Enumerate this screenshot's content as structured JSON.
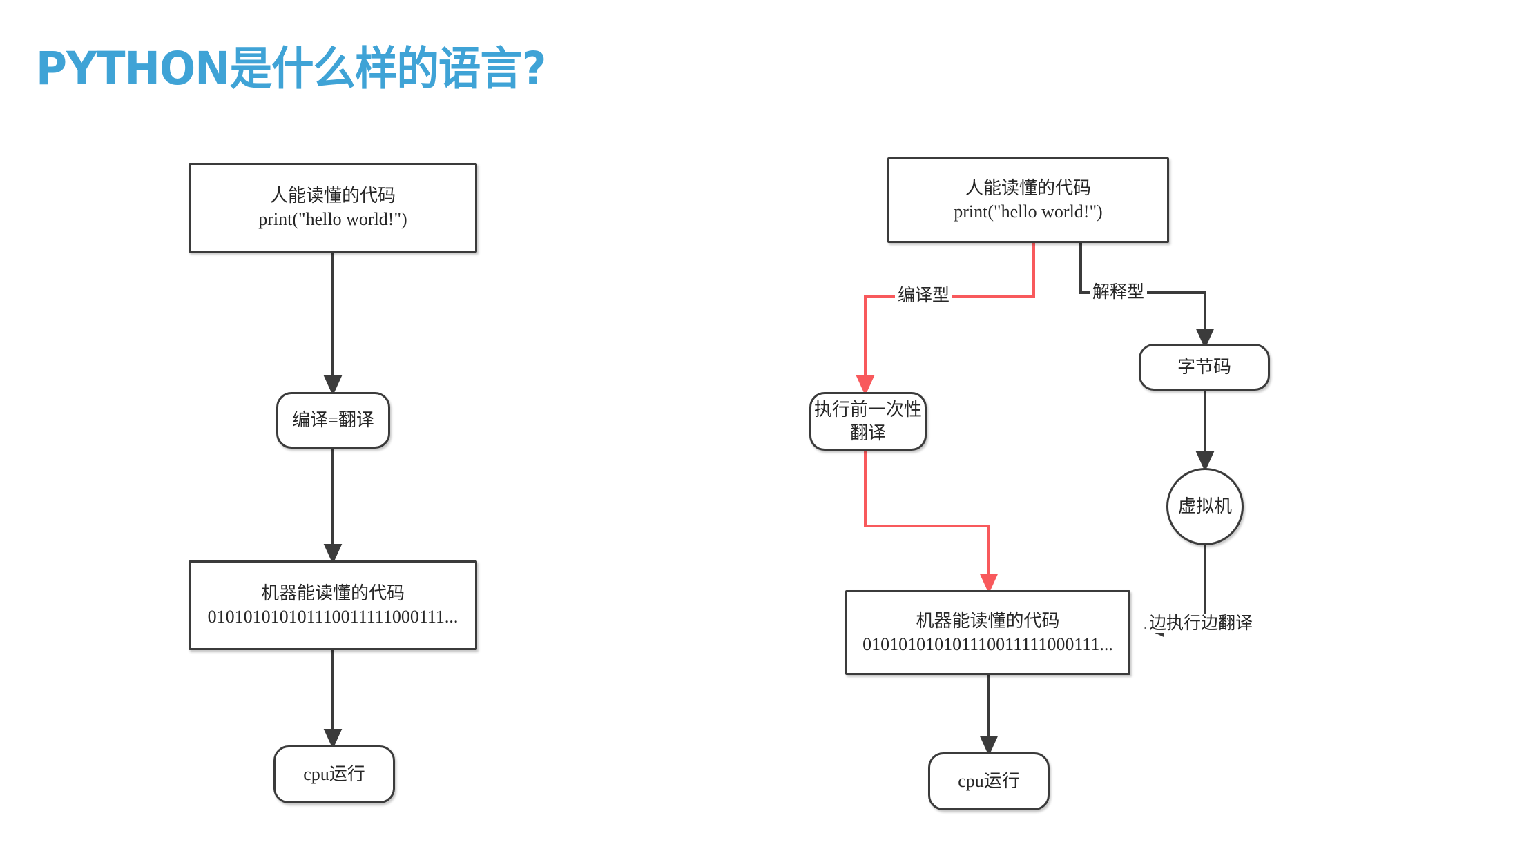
{
  "slide": {
    "title": "PYTHON是什么样的语言?",
    "title_color": "#3FA3D6",
    "background": "#FFFFFF"
  },
  "colors": {
    "stroke_dark": "#3B3B3B",
    "stroke_red": "#F8595C",
    "text": "#262626"
  },
  "left_diagram": {
    "name": "compiled-language-flow",
    "nodes": {
      "source_code": {
        "shape": "rect",
        "line1": "人能读懂的代码",
        "line2": "print(\"hello world!\")"
      },
      "compile": {
        "shape": "round",
        "line1": "编译=翻译"
      },
      "machine_code": {
        "shape": "rect",
        "line1": "机器能读懂的代码",
        "line2": "010101010101110011111000111..."
      },
      "cpu_run": {
        "shape": "round",
        "line1": "cpu运行"
      }
    }
  },
  "right_diagram": {
    "name": "compiled-vs-interpreted-flow",
    "nodes": {
      "source_code": {
        "shape": "rect",
        "line1": "人能读懂的代码",
        "line2": "print(\"hello world!\")"
      },
      "ahead_of_time": {
        "shape": "round",
        "line1": "执行前一次性",
        "line2": "翻译"
      },
      "bytecode": {
        "shape": "round",
        "line1": "字节码"
      },
      "virtual_machine": {
        "shape": "circle",
        "line1": "虚拟机"
      },
      "machine_code": {
        "shape": "rect",
        "line1": "机器能读懂的代码",
        "line2": "010101010101110011111000111..."
      },
      "cpu_run": {
        "shape": "round",
        "line1": "cpu运行"
      }
    },
    "edge_labels": {
      "compiled": "编译型",
      "interpreted": "解释型",
      "run_while_translate": "边执行边翻译"
    }
  }
}
